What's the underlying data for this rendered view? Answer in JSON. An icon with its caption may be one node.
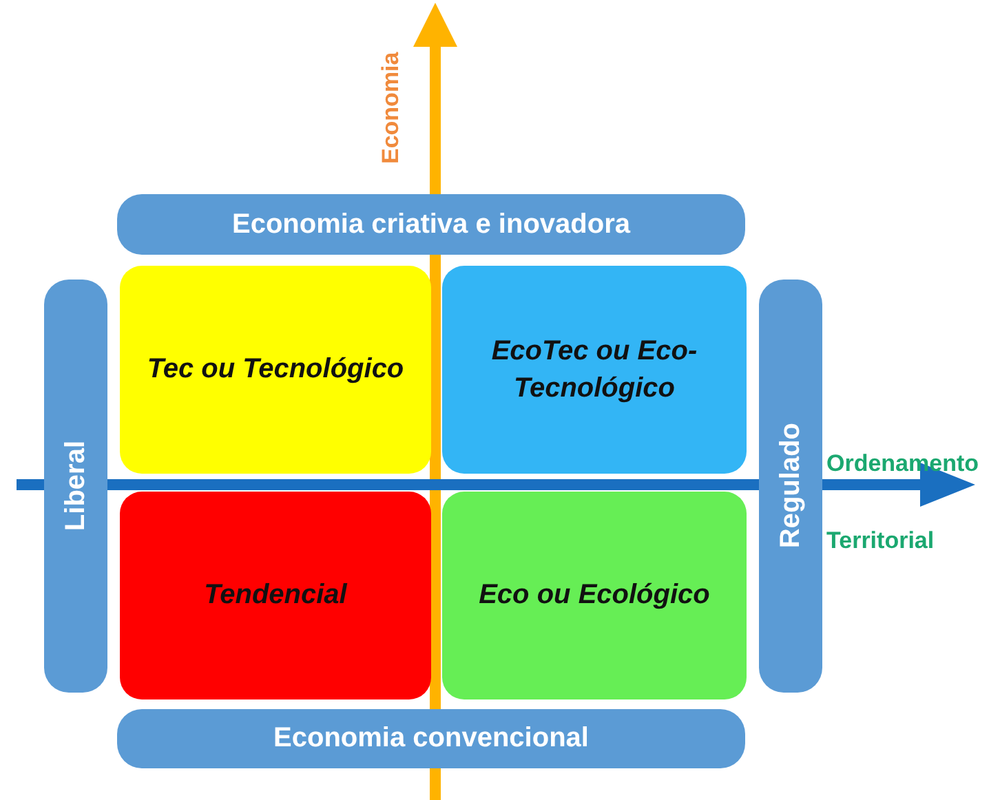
{
  "diagram": {
    "nodes": [
      {
        "text": [
          "Economia criativa e inovadora"
        ]
      },
      {
        "text": [
          "Liberal"
        ]
      },
      {
        "text": [
          "Tec ou Tecnológico"
        ]
      },
      {
        "text": [
          "EcoTec ou Eco-Tecnológico"
        ]
      },
      {
        "text": [
          "Regulado"
        ]
      },
      {
        "text": [
          "Tendencial"
        ]
      },
      {
        "text": [
          "Eco ou Ecológico"
        ]
      },
      {
        "text": [
          "Economia convencional"
        ]
      }
    ],
    "labels": [
      "Economia",
      "Ordenamento Territorial"
    ]
  }
}
